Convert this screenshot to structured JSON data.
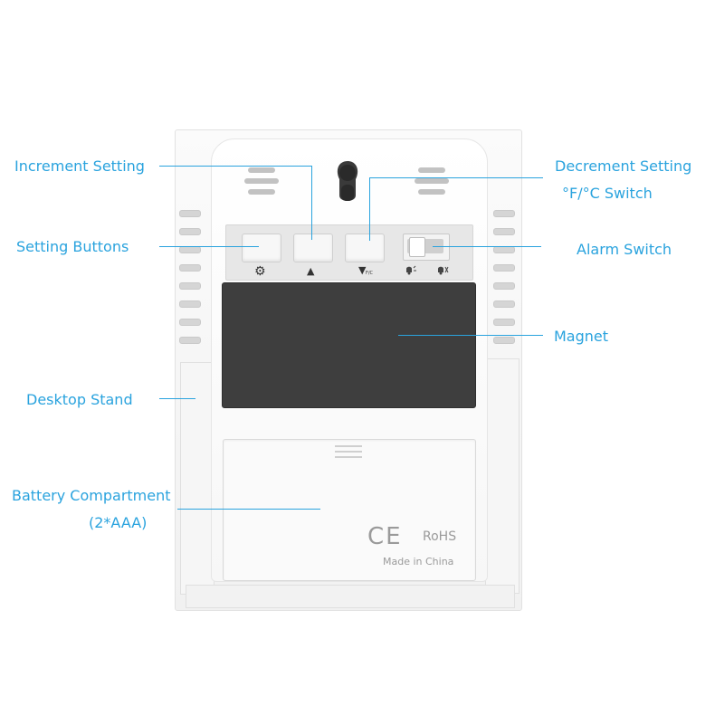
{
  "callouts": {
    "increment": "Increment Setting",
    "setting_buttons": "Setting Buttons",
    "desktop_stand": "Desktop Stand",
    "battery_line1": "Battery Compartment",
    "battery_line2": "(2*AAA)",
    "decrement": "Decrement Setting",
    "unit_switch": "°F/°C Switch",
    "alarm_switch": "Alarm Switch",
    "magnet": "Magnet"
  },
  "device": {
    "button_symbols": {
      "settings": "⚙",
      "up": "▲",
      "down": "▼",
      "down_sub": "F/C"
    },
    "marks": {
      "ce": "CE",
      "rohs": "RoHS",
      "made_in": "Made in China"
    }
  },
  "colors": {
    "callout": "#2aa3de",
    "magnet": "#3e3e3e"
  }
}
